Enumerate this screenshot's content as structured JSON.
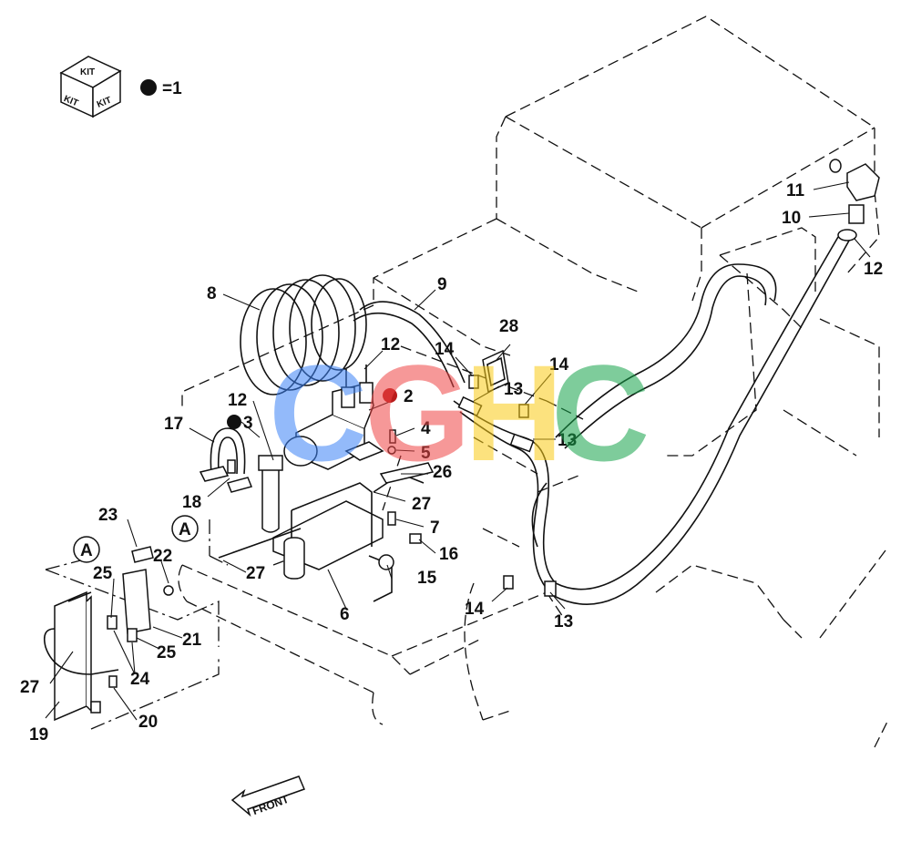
{
  "kit": {
    "face_label": "KIT",
    "legend_text": "=1",
    "legend_symbol": "filled-circle"
  },
  "front_label": "FRONT",
  "view_markers": [
    {
      "id": "marker-a-1",
      "text": "A"
    },
    {
      "id": "marker-a-2",
      "text": "A"
    }
  ],
  "callouts": [
    {
      "id": "c2",
      "text": "2",
      "kit": true
    },
    {
      "id": "c3",
      "text": "3",
      "kit": true
    },
    {
      "id": "c4",
      "text": "4"
    },
    {
      "id": "c5",
      "text": "5"
    },
    {
      "id": "c6",
      "text": "6"
    },
    {
      "id": "c7",
      "text": "7"
    },
    {
      "id": "c8",
      "text": "8"
    },
    {
      "id": "c9",
      "text": "9"
    },
    {
      "id": "c10",
      "text": "10"
    },
    {
      "id": "c11",
      "text": "11"
    },
    {
      "id": "c12a",
      "text": "12"
    },
    {
      "id": "c12b",
      "text": "12"
    },
    {
      "id": "c12c",
      "text": "12"
    },
    {
      "id": "c13a",
      "text": "13"
    },
    {
      "id": "c13b",
      "text": "13"
    },
    {
      "id": "c13c",
      "text": "13"
    },
    {
      "id": "c14a",
      "text": "14"
    },
    {
      "id": "c14b",
      "text": "14"
    },
    {
      "id": "c14c",
      "text": "14"
    },
    {
      "id": "c15",
      "text": "15"
    },
    {
      "id": "c16",
      "text": "16"
    },
    {
      "id": "c17",
      "text": "17"
    },
    {
      "id": "c18",
      "text": "18"
    },
    {
      "id": "c19",
      "text": "19"
    },
    {
      "id": "c20",
      "text": "20"
    },
    {
      "id": "c21",
      "text": "21"
    },
    {
      "id": "c22",
      "text": "22"
    },
    {
      "id": "c23",
      "text": "23"
    },
    {
      "id": "c24",
      "text": "24"
    },
    {
      "id": "c25a",
      "text": "25"
    },
    {
      "id": "c25b",
      "text": "25"
    },
    {
      "id": "c26",
      "text": "26"
    },
    {
      "id": "c27a",
      "text": "27"
    },
    {
      "id": "c27b",
      "text": "27"
    },
    {
      "id": "c27c",
      "text": "27"
    },
    {
      "id": "c28",
      "text": "28"
    }
  ],
  "watermark": {
    "letters": [
      {
        "char": "C",
        "color": "#3b82f6"
      },
      {
        "char": "G",
        "color": "#ef4444"
      },
      {
        "char": "H",
        "color": "#facc15"
      },
      {
        "char": "C",
        "color": "#16a34a"
      }
    ]
  },
  "colors": {
    "line": "#111111",
    "kit_dot": "#111111",
    "kit_dot_watermarked": "#b91c1c"
  }
}
